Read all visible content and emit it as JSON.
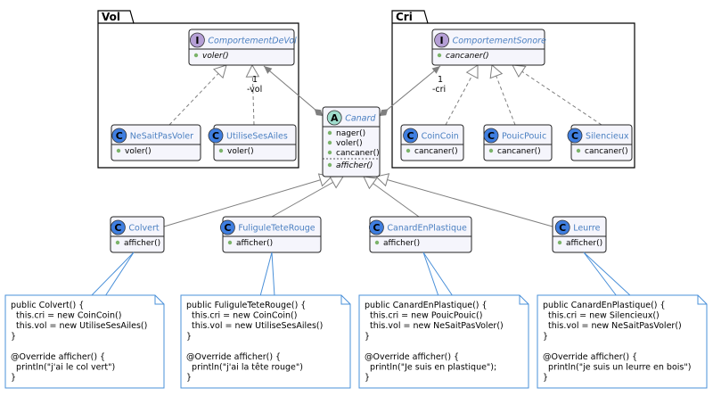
{
  "packages": [
    {
      "id": "vol",
      "label": "Vol"
    },
    {
      "id": "cri",
      "label": "Cri"
    }
  ],
  "classes": [
    {
      "id": "ComportementDeVol",
      "kind": "interface",
      "stereotype": "I",
      "name": "ComportementDeVol",
      "italic": true,
      "members": [
        {
          "text": "voler()",
          "italic": true
        }
      ]
    },
    {
      "id": "NeSaitPasVoler",
      "kind": "class",
      "stereotype": "C",
      "name": "NeSaitPasVoler",
      "italic": false,
      "members": [
        {
          "text": "voler()",
          "italic": false
        }
      ]
    },
    {
      "id": "UtiliseSesAiles",
      "kind": "class",
      "stereotype": "C",
      "name": "UtiliseSesAiles",
      "italic": false,
      "members": [
        {
          "text": "voler()",
          "italic": false
        }
      ]
    },
    {
      "id": "ComportementSonore",
      "kind": "interface",
      "stereotype": "I",
      "name": "ComportementSonore",
      "italic": true,
      "members": [
        {
          "text": "cancaner()",
          "italic": true
        }
      ]
    },
    {
      "id": "CoinCoin",
      "kind": "class",
      "stereotype": "C",
      "name": "CoinCoin",
      "italic": false,
      "members": [
        {
          "text": "cancaner()",
          "italic": false
        }
      ]
    },
    {
      "id": "PouicPouic",
      "kind": "class",
      "stereotype": "C",
      "name": "PouicPouic",
      "italic": false,
      "members": [
        {
          "text": "cancaner()",
          "italic": false
        }
      ]
    },
    {
      "id": "Silencieux",
      "kind": "class",
      "stereotype": "C",
      "name": "Silencieux",
      "italic": false,
      "members": [
        {
          "text": "cancaner()",
          "italic": false
        }
      ]
    },
    {
      "id": "Canard",
      "kind": "abstract",
      "stereotype": "A",
      "name": "Canard",
      "italic": true,
      "members": [
        {
          "text": "nager()",
          "italic": false
        },
        {
          "text": "voler()",
          "italic": false
        },
        {
          "text": "cancaner()",
          "italic": false
        }
      ],
      "abstract_members": [
        {
          "text": "afficher()",
          "italic": true
        }
      ]
    },
    {
      "id": "Colvert",
      "kind": "class",
      "stereotype": "C",
      "name": "Colvert",
      "italic": false,
      "members": [
        {
          "text": "afficher()",
          "italic": false
        }
      ]
    },
    {
      "id": "FuliguleTeteRouge",
      "kind": "class",
      "stereotype": "C",
      "name": "FuliguleTeteRouge",
      "italic": false,
      "members": [
        {
          "text": "afficher()",
          "italic": false
        }
      ]
    },
    {
      "id": "CanardEnPlastique",
      "kind": "class",
      "stereotype": "C",
      "name": "CanardEnPlastique",
      "italic": false,
      "members": [
        {
          "text": "afficher()",
          "italic": false
        }
      ]
    },
    {
      "id": "Leurre",
      "kind": "class",
      "stereotype": "C",
      "name": "Leurre",
      "italic": false,
      "members": [
        {
          "text": "afficher()",
          "italic": false
        }
      ]
    }
  ],
  "relations": [
    {
      "id": "nsp-realizes",
      "type": "realization",
      "from": "NeSaitPasVoler",
      "to": "ComportementDeVol"
    },
    {
      "id": "usa-realizes",
      "type": "realization",
      "from": "UtiliseSesAiles",
      "to": "ComportementDeVol"
    },
    {
      "id": "cc-realizes",
      "type": "realization",
      "from": "CoinCoin",
      "to": "ComportementSonore"
    },
    {
      "id": "pp-realizes",
      "type": "realization",
      "from": "PouicPouic",
      "to": "ComportementSonore"
    },
    {
      "id": "si-realizes",
      "type": "realization",
      "from": "Silencieux",
      "to": "ComportementSonore"
    },
    {
      "id": "canard-vol",
      "type": "composition",
      "from": "Canard",
      "to": "ComportementDeVol",
      "multiplicity": "1",
      "role": "-vol"
    },
    {
      "id": "canard-cri",
      "type": "composition",
      "from": "Canard",
      "to": "ComportementSonore",
      "multiplicity": "1",
      "role": "-cri"
    },
    {
      "id": "colvert-ext",
      "type": "generalization",
      "from": "Colvert",
      "to": "Canard"
    },
    {
      "id": "fuligule-ext",
      "type": "generalization",
      "from": "FuliguleTeteRouge",
      "to": "Canard"
    },
    {
      "id": "plastique-ext",
      "type": "generalization",
      "from": "CanardEnPlastique",
      "to": "Canard"
    },
    {
      "id": "leurre-ext",
      "type": "generalization",
      "from": "Leurre",
      "to": "Canard"
    }
  ],
  "notes": [
    {
      "id": "note-colvert",
      "attached_to": "Colvert",
      "lines": [
        "public Colvert() {",
        "  this.cri = new CoinCoin()",
        "  this.vol = new UtiliseSesAiles()",
        "}",
        "",
        "@Override afficher() {",
        "  println(\"j'ai le col vert\")",
        "}"
      ]
    },
    {
      "id": "note-fuligule",
      "attached_to": "FuliguleTeteRouge",
      "lines": [
        "public FuliguleTeteRouge() {",
        "  this.cri = new CoinCoin()",
        "  this.vol = new UtiliseSesAiles()",
        "}",
        "",
        "@Override afficher() {",
        "  println(\"j'ai la tête rouge\")",
        "}"
      ]
    },
    {
      "id": "note-plastique",
      "attached_to": "CanardEnPlastique",
      "lines": [
        "public CanardEnPlastique() {",
        "  this.cri = new PouicPouic()",
        "  this.vol = new NeSaitPasVoler()",
        "}",
        "",
        "@Override afficher() {",
        "  println(\"Je suis en plastique\");",
        "}"
      ]
    },
    {
      "id": "note-leurre",
      "attached_to": "Leurre",
      "lines": [
        "public CanardEnPlastique() {",
        "  this.cri = new Silencieux()",
        "  this.vol = new NeSaitPasVoler()",
        "}",
        "",
        "@Override afficher() {",
        "  println(\"je suis un leurre en bois\")",
        "}"
      ]
    }
  ],
  "colors": {
    "interface_badge": "#b59fd6",
    "abstract_badge": "#9fdccc",
    "class_badge": "#3f7ee0",
    "class_name": "#4a7fc1",
    "class_fill": "#f5f5fc",
    "note_fill": "#ffffff",
    "note_border": "#4a90d9",
    "member_dot": "#7bb36a"
  }
}
